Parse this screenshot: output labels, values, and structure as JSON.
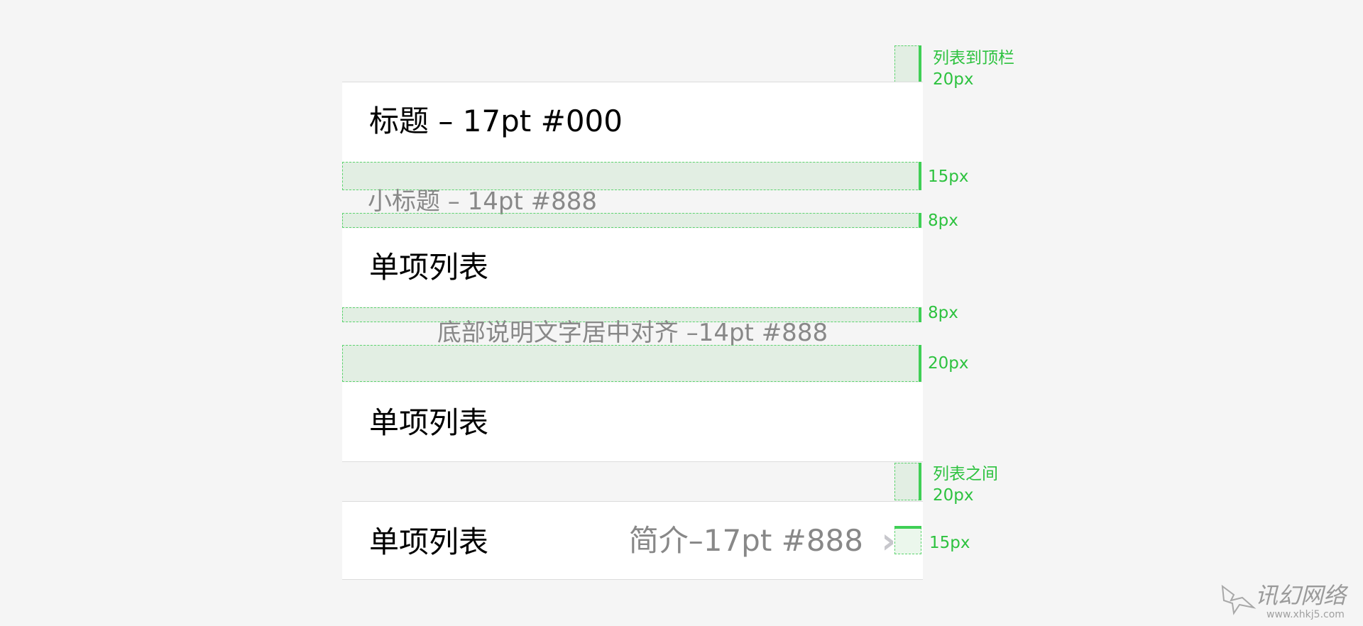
{
  "title_row": {
    "text": "标题 – 17pt #000"
  },
  "subtitle": {
    "text": "小标题 – 14pt #888"
  },
  "list_item_1": {
    "label": "单项列表"
  },
  "footnote": {
    "text": "底部说明文字居中对齐 –14pt #888"
  },
  "list_item_2": {
    "label": "单项列表"
  },
  "list_item_3": {
    "label": "单项列表",
    "detail": "简介–17pt #888",
    "chevron": "›"
  },
  "annotations": {
    "list_to_topbar": {
      "line1": "列表到顶栏",
      "line2": "20px"
    },
    "gap_15": "15px",
    "gap_8_a": "8px",
    "gap_8_b": "8px",
    "gap_20": "20px",
    "between_lists": {
      "line1": "列表之间",
      "line2": "20px"
    },
    "right_15": "15px"
  },
  "watermark": {
    "brand": "讯幻网络",
    "url": "www.xhkj5.com"
  },
  "colors": {
    "background": "#f5f5f5",
    "cell": "#ffffff",
    "title_text": "#000000",
    "secondary_text": "#888888",
    "annotation_green": "#3fcf55"
  }
}
